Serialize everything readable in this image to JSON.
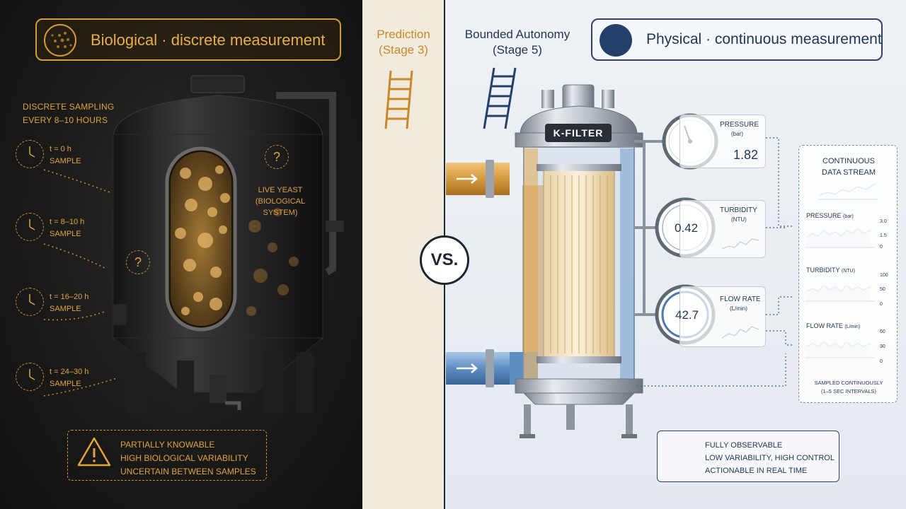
{
  "left_panel": {
    "title": "Biological · discrete measurement",
    "sampling_heading": [
      "DISCRETE SAMPLING",
      "EVERY 8–10 HOURS"
    ],
    "samples": [
      {
        "time": "t = 0 h",
        "label": "SAMPLE"
      },
      {
        "time": "t = 8–10 h",
        "label": "SAMPLE"
      },
      {
        "time": "t = 16–20 h",
        "label": "SAMPLE"
      },
      {
        "time": "t = 24–30 h",
        "label": "SAMPLE"
      }
    ],
    "yeast_label": [
      "LIVE YEAST",
      "(BIOLOGICAL SYSTEM)"
    ],
    "question_mark": "?",
    "warning_lines": [
      "PARTIALLY KNOWABLE",
      "HIGH BIOLOGICAL VARIABILITY",
      "UNCERTAIN BETWEEN SAMPLES"
    ]
  },
  "middle": {
    "prediction_stage": [
      "Prediction",
      "(Stage 3)"
    ],
    "autonomy_stage": [
      "Bounded Autonomy",
      "(Stage 5)"
    ],
    "vs": "VS."
  },
  "right_panel": {
    "title": "Physical · continuous measurement",
    "filter_label": "K-FILTER",
    "gauges": [
      {
        "title": "PRESSURE",
        "unit": "(bar)",
        "value": "1.82",
        "dial_value": ""
      },
      {
        "title": "TURBIDITY",
        "unit": "(NTU)",
        "value": "",
        "dial_value": "0.42"
      },
      {
        "title": "FLOW RATE",
        "unit": "(L/min)",
        "value": "",
        "dial_value": "42.7"
      }
    ],
    "stream": {
      "title": [
        "CONTINUOUS",
        "DATA STREAM"
      ],
      "charts": [
        {
          "label": "PRESSURE",
          "unit": "(bar)",
          "ticks": [
            "3.0",
            "1.5",
            "0"
          ]
        },
        {
          "label": "TURBIDITY",
          "unit": "(NTU)",
          "ticks": [
            "100",
            "50",
            "0"
          ]
        },
        {
          "label": "FLOW RATE",
          "unit": "(L/min)",
          "ticks": [
            "60",
            "30",
            "0"
          ]
        }
      ],
      "footer": [
        "SAMPLED CONTINUOUSLY",
        "(1–5 SEC INTERVALS)"
      ]
    },
    "status_lines": [
      "FULLY OBSERVABLE",
      "LOW VARIABILITY, HIGH CONTROL",
      "ACTIONABLE IN REAL TIME"
    ]
  },
  "colors": {
    "gold": "#e0a33e",
    "navy": "#1f3552",
    "left_bg": "#1a1a19",
    "right_bg": "#eef2f6"
  }
}
